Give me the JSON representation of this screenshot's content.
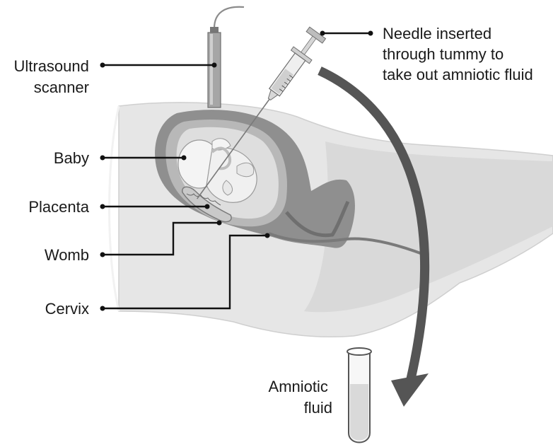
{
  "labels": {
    "ultrasound": [
      "Ultrasound",
      "scanner"
    ],
    "needle": [
      "Needle inserted",
      "through tummy to",
      "take out amniotic fluid"
    ],
    "baby": "Baby",
    "placenta": "Placenta",
    "womb": "Womb",
    "cervix": "Cervix",
    "fluid": [
      "Amniotic",
      "fluid"
    ]
  },
  "colors": {
    "body": "#e6e6e6",
    "body_shadow": "#d2d2d2",
    "womb_wall": "#8f8f8f",
    "amniotic_sac": "#b8b8b8",
    "fluid_space": "#dcdcdc",
    "baby": "#f4f4f4",
    "arrow": "#555555",
    "text": "#1a1a1a"
  },
  "icons": [
    "ultrasound-probe-icon",
    "syringe-icon",
    "test-tube-icon",
    "curved-arrow-icon"
  ]
}
